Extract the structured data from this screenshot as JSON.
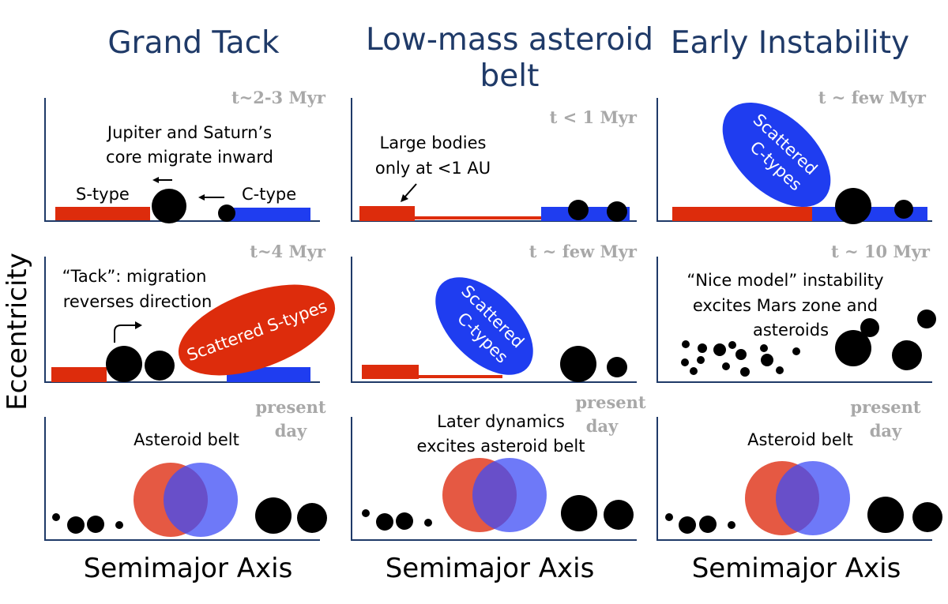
{
  "columns": [
    {
      "title": "Grand Tack",
      "xlabel": "Semimajor Axis"
    },
    {
      "title": "Low-mass asteroid belt",
      "xlabel": "Semimajor Axis"
    },
    {
      "title": "Early Instability",
      "xlabel": "Semimajor Axis"
    }
  ],
  "ylabel": "Eccentricity",
  "panels": {
    "gt1": {
      "time": "t~2-3 Myr",
      "note1": "Jupiter and Saturn’s",
      "note2": "core migrate inward",
      "stype": "S-type",
      "ctype": "C-type"
    },
    "gt2": {
      "time": "t~4 Myr",
      "note1": "“Tack”: migration",
      "note2": "reverses direction",
      "bubble": "Scattered S-types"
    },
    "gt3": {
      "time1": "present",
      "time2": "day",
      "note": "Asteroid belt"
    },
    "lm1": {
      "time": "t < 1 Myr",
      "note1": "Large bodies",
      "note2": "only at <1 AU"
    },
    "lm2": {
      "time": "t ~ few Myr",
      "bubble1": "Scattered",
      "bubble2": "C-types"
    },
    "lm3": {
      "time1": "present",
      "time2": "day",
      "note1": "Later dynamics",
      "note2": "excites asteroid belt"
    },
    "ei1": {
      "time": "t ~ few Myr",
      "bubble1": "Scattered",
      "bubble2": "C-types"
    },
    "ei2": {
      "time": "t ~ 10 Myr",
      "note1": "“Nice model” instability",
      "note2": "excites Mars zone and",
      "note3": "asteroids"
    },
    "ei3": {
      "time1": "present",
      "time2": "day",
      "note": "Asteroid belt"
    }
  },
  "colors": {
    "title": "#1f3a68",
    "s_type": "#dd2c0c",
    "c_type": "#1f3df0",
    "time": "#a8a8a8",
    "axis": "#1f3a68"
  }
}
